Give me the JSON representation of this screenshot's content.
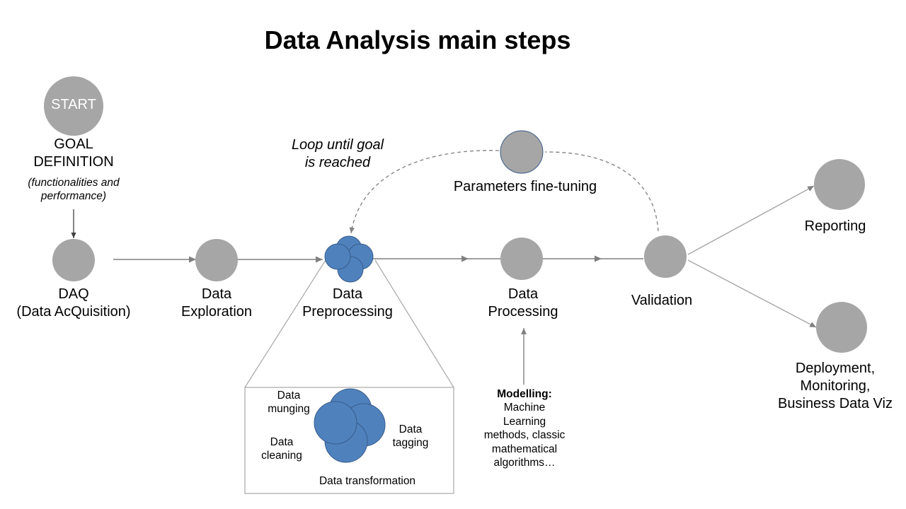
{
  "title": "Data Analysis main steps",
  "start": {
    "label": "START",
    "goal_line1": "GOAL",
    "goal_line2": "DEFINITION",
    "goal_note_line1": "(functionalities and",
    "goal_note_line2": "performance)"
  },
  "steps": {
    "daq_line1": "DAQ",
    "daq_line2": "(Data AcQuisition)",
    "exploration_line1": "Data",
    "exploration_line2": "Exploration",
    "preprocessing_line1": "Data",
    "preprocessing_line2": "Preprocessing",
    "processing_line1": "Data",
    "processing_line2": "Processing",
    "validation": "Validation",
    "reporting": "Reporting",
    "deployment_line1": "Deployment,",
    "deployment_line2": "Monitoring,",
    "deployment_line3": "Business Data Viz"
  },
  "loop": {
    "label_line1": "Loop until goal",
    "label_line2": "is reached",
    "parameters": "Parameters fine-tuning"
  },
  "preprocessing_detail": {
    "munging_line1": "Data",
    "munging_line2": "munging",
    "tagging_line1": "Data",
    "tagging_line2": "tagging",
    "cleaning_line1": "Data",
    "cleaning_line2": "cleaning",
    "transformation": "Data transformation"
  },
  "modelling": {
    "heading": "Modelling:",
    "line1": "Machine",
    "line2": "Learning",
    "line3": "methods, classic",
    "line4": "mathematical",
    "line5": "algorithms…"
  },
  "colors": {
    "node_gray": "#a6a6a6",
    "node_blue": "#4f81bd",
    "node_blue_stroke": "#385d8a",
    "arrow": "#7f7f7f",
    "dashed": "#7f7f7f"
  }
}
